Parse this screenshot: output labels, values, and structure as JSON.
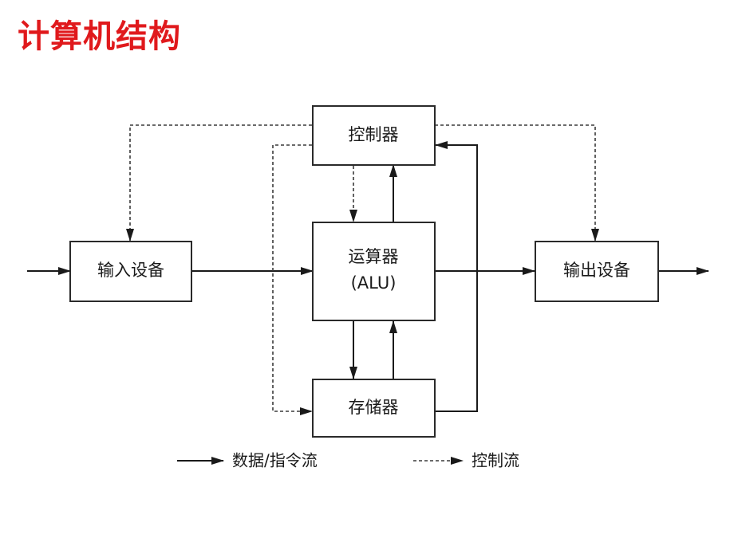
{
  "page": {
    "title": "计算机结构"
  },
  "colors": {
    "title": "#e0191c",
    "stroke": "#1a1a1a"
  },
  "diagram": {
    "nodes": {
      "controller": "控制器",
      "alu_name": "运算器",
      "alu_abbr": "(ALU)",
      "memory": "存储器",
      "input": "输入设备",
      "output": "输出设备"
    },
    "legend": {
      "data_flow": "数据/指令流",
      "control_flow": "控制流"
    }
  }
}
